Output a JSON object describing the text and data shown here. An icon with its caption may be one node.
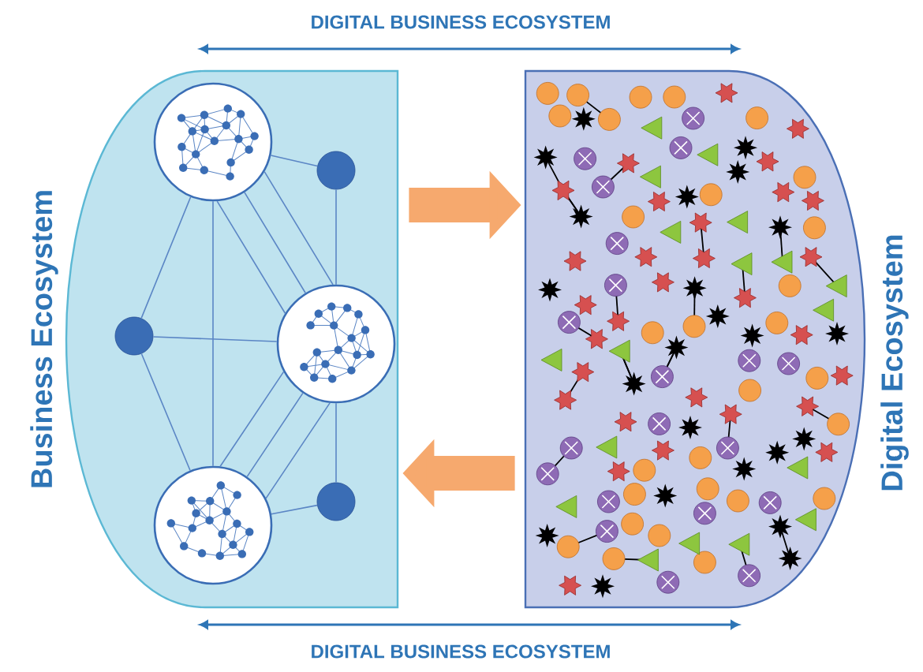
{
  "diagram": {
    "nodes": [
      {
        "text": [
          "Business Ecosystem"
        ]
      },
      {
        "text": [
          "Digital Ecosystem"
        ]
      },
      {
        "text": [],
        "shape": "circle",
        "in": 0
      },
      {
        "text": [],
        "shape": "circle",
        "in": 0
      },
      {
        "text": [],
        "shape": "circle",
        "in": 0
      },
      {
        "text": [],
        "shape": "circle",
        "in": 0
      },
      {
        "text": [],
        "shape": "circle",
        "in": 0
      },
      {
        "text": [],
        "shape": "circle",
        "in": 0
      }
    ],
    "edges": [
      {
        "from": 0,
        "to": 1,
        "arrow": "to",
        "style": "thick",
        "color": "#f6a96e"
      },
      {
        "from": 1,
        "to": 0,
        "arrow": "to",
        "style": "thick",
        "color": "#f6a96e"
      },
      {
        "from": 2,
        "to": 3,
        "arrow": "none"
      },
      {
        "from": 2,
        "to": 4,
        "arrow": "none"
      },
      {
        "from": 2,
        "to": 6,
        "arrow": "none"
      },
      {
        "from": 2,
        "to": 5,
        "arrow": "none"
      },
      {
        "from": 2,
        "to": 5,
        "arrow": "none"
      },
      {
        "from": 2,
        "to": 5,
        "arrow": "none"
      },
      {
        "from": 3,
        "to": 5,
        "arrow": "none"
      },
      {
        "from": 4,
        "to": 5,
        "arrow": "none"
      },
      {
        "from": 4,
        "to": 6,
        "arrow": "none"
      },
      {
        "from": 5,
        "to": 6,
        "arrow": "none"
      },
      {
        "from": 5,
        "to": 6,
        "arrow": "none"
      },
      {
        "from": 5,
        "to": 6,
        "arrow": "none"
      },
      {
        "from": 5,
        "to": 7,
        "arrow": "none"
      },
      {
        "from": 6,
        "to": 7,
        "arrow": "none"
      }
    ],
    "labels": [
      "DIGITAL BUSINESS ECOSYSTEM",
      "DIGITAL BUSINESS ECOSYSTEM"
    ]
  }
}
